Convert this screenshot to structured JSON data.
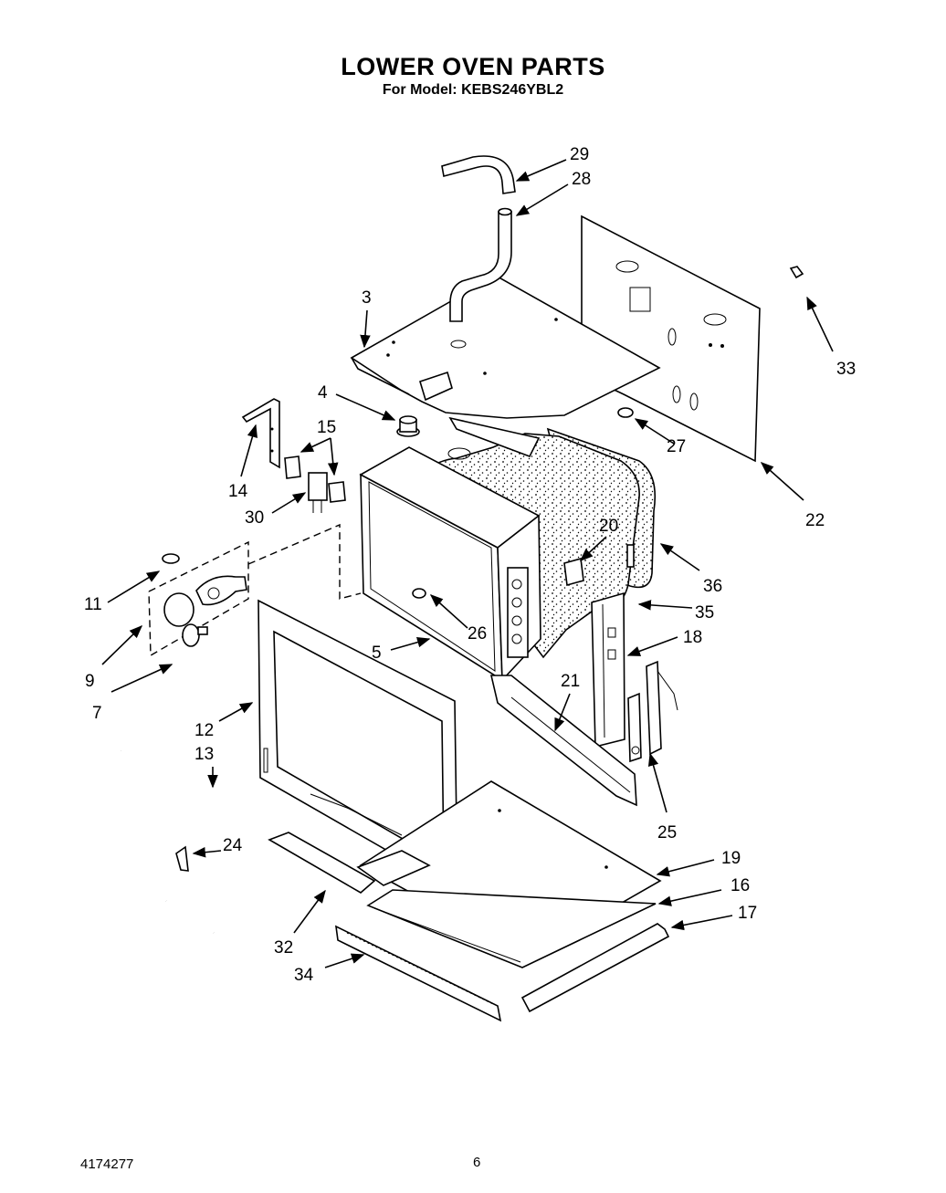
{
  "header": {
    "title": "LOWER OVEN PARTS",
    "subtitle": "For Model: KEBS246YBL2"
  },
  "callouts": {
    "c3": "3",
    "c4": "4",
    "c5": "5",
    "c7": "7",
    "c9": "9",
    "c11": "11",
    "c12": "12",
    "c13": "13",
    "c14": "14",
    "c15": "15",
    "c16": "16",
    "c17": "17",
    "c18": "18",
    "c19": "19",
    "c20": "20",
    "c21": "21",
    "c22": "22",
    "c24": "24",
    "c25": "25",
    "c26": "26",
    "c27": "27",
    "c28": "28",
    "c29": "29",
    "c30": "30",
    "c32": "32",
    "c33": "33",
    "c34": "34",
    "c35": "35",
    "c36": "36"
  },
  "footer": {
    "doc_number": "4174277",
    "page_number": "6"
  }
}
